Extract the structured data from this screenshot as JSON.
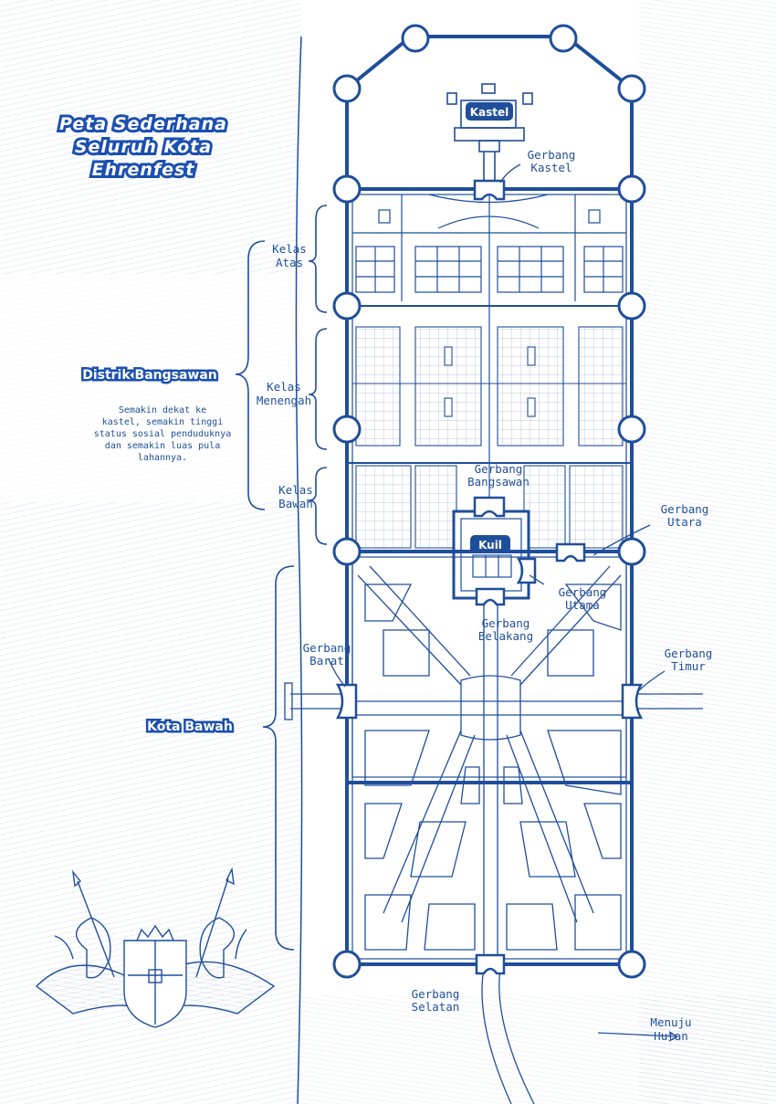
{
  "title": {
    "lines": [
      "Peta Sederhana",
      "Seluruh Kota",
      "Ehrenfest"
    ]
  },
  "landmarks": {
    "castle": "Kastel",
    "temple": "Kuil"
  },
  "districts": {
    "noble": "Distrik Bangsawan",
    "noble_note": [
      "Semakin dekat ke",
      "kastel, semakin tinggi",
      "status sosial penduduknya",
      "dan semakin luas pula",
      "lahannya."
    ],
    "lower_city": "Kota Bawah",
    "upper_class": [
      "Kelas",
      "Atas"
    ],
    "middle_class": [
      "Kelas",
      "Menengah"
    ],
    "lower_class": [
      "Kelas",
      "Bawah"
    ]
  },
  "gates": {
    "castle": [
      "Gerbang",
      "Kastel"
    ],
    "noble": [
      "Gerbang",
      "Bangsawan"
    ],
    "north": [
      "Gerbang",
      "Utara"
    ],
    "main": [
      "Gerbang",
      "Utama"
    ],
    "back": [
      "Gerbang",
      "Belakang"
    ],
    "west": [
      "Gerbang",
      "Barat"
    ],
    "east": [
      "Gerbang",
      "Timur"
    ],
    "south": [
      "Gerbang",
      "Selatan"
    ]
  },
  "forest_direction": [
    "Menuju",
    "Hutan"
  ],
  "colors": {
    "ink": "#1f4e9a",
    "title_outline": "#1b4fb0",
    "paper": "#ffffff"
  }
}
